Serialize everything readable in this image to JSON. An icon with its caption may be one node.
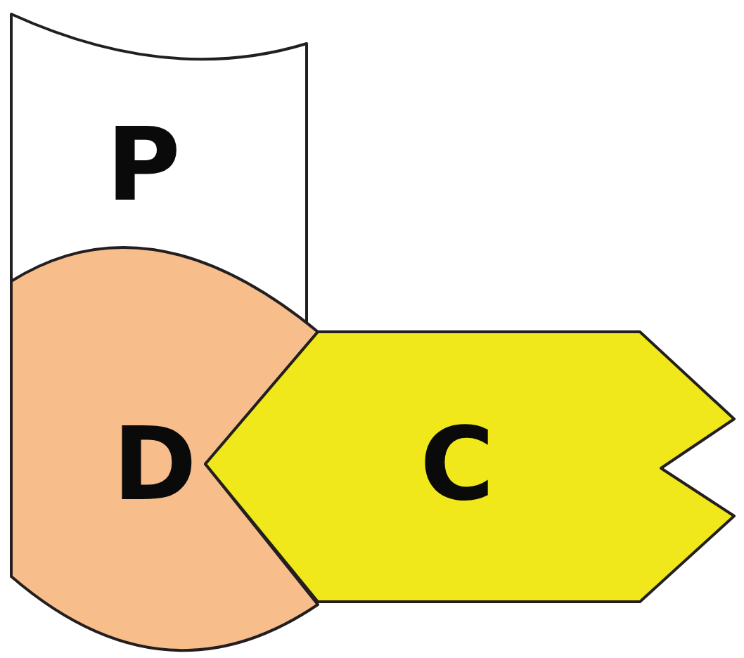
{
  "diagram": {
    "nodes": [
      {
        "text": [
          "P"
        ]
      },
      {
        "text": [
          "D"
        ]
      },
      {
        "text": [
          "C"
        ]
      }
    ]
  }
}
